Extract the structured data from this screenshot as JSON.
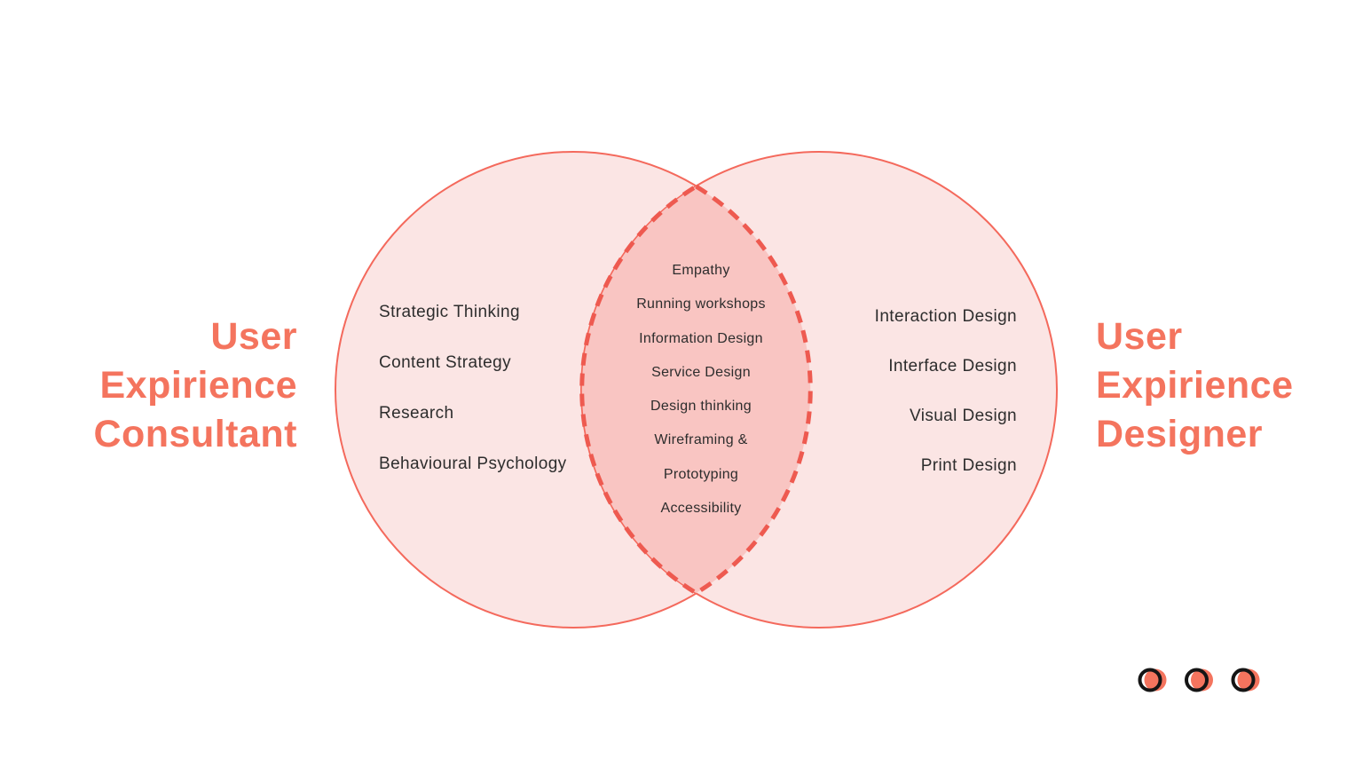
{
  "colors": {
    "accent": "#F4745E",
    "circle_fill": "#FBE5E4",
    "circle_stroke": "#F4695C",
    "overlap_fill": "#F9C5C2",
    "overlap_stroke": "#EE5A50",
    "item_text": "#2D2D2D",
    "dot_fill": "#F4745E",
    "dot_ring": "#151515"
  },
  "left_title": {
    "line1": "User",
    "line2": "Expirience",
    "line3": "Consultant"
  },
  "right_title": {
    "line1": "User",
    "line2": "Expirience",
    "line3": "Designer"
  },
  "left_circle": {
    "items": [
      "Strategic Thinking",
      "Content Strategy",
      "Research",
      "Behavioural Psychology"
    ]
  },
  "overlap": {
    "lines": [
      "Empathy",
      "Running workshops",
      "Information Design",
      "Service Design",
      "Design thinking",
      "Wireframing &",
      "Prototyping",
      "Accessibility"
    ]
  },
  "right_circle": {
    "items": [
      "Interaction Design",
      "Interface Design",
      "Visual Design",
      "Print Design"
    ]
  },
  "pagination": {
    "dot_count": 3
  }
}
